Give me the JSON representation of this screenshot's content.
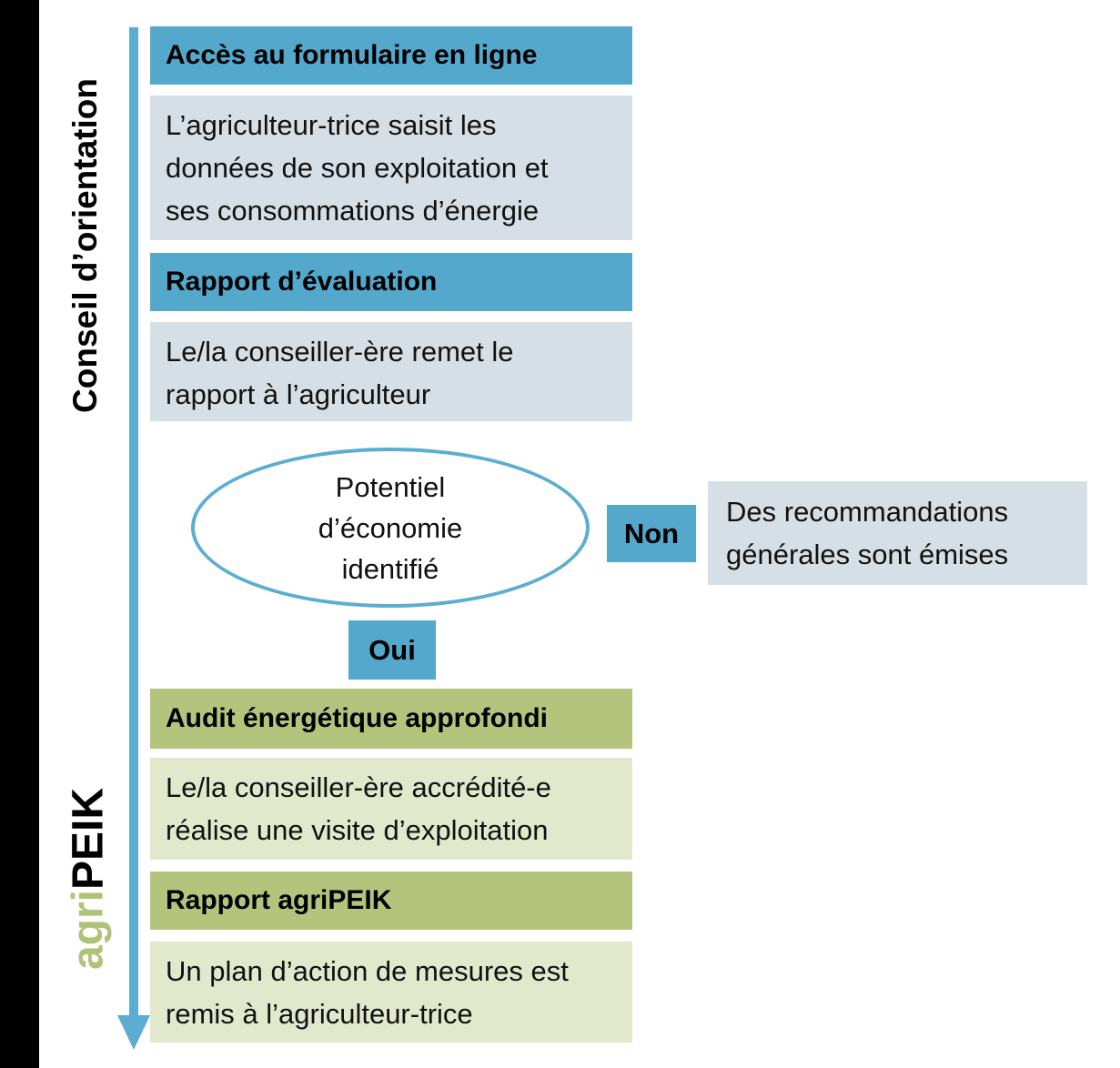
{
  "colors": {
    "blue": "#54a8cb",
    "light_blue_gray": "#d5dfe5",
    "green": "#b4c47d",
    "light_green": "#e2e8cc",
    "arrow_blue": "#5badd2",
    "agri_green": "#aec378"
  },
  "phases": {
    "orientation": "Conseil d’orientation",
    "agripeik_agri": "agri",
    "agripeik_peik": "PEIK"
  },
  "steps": {
    "step1": {
      "header": "Accès au formulaire en ligne",
      "body_lines": [
        "L’agriculteur-trice saisit les",
        "données de son exploitation et",
        "ses consommations d’énergie"
      ]
    },
    "step2": {
      "header": "Rapport d’évaluation",
      "body_lines": [
        "Le/la conseiller-ère remet le",
        "rapport à l’agriculteur"
      ]
    },
    "step3": {
      "header": "Audit énergétique approfondi",
      "body_lines": [
        "Le/la conseiller-ère accrédité-e",
        "réalise une visite d’exploitation"
      ]
    },
    "step4": {
      "header": "Rapport agriPEIK",
      "body_lines": [
        "Un plan d’action de mesures est",
        "remis à l’agriculteur-trice"
      ]
    }
  },
  "decision": {
    "lines": [
      "Potentiel",
      "d’économie",
      "identifié"
    ],
    "no_label": "Non",
    "yes_label": "Oui",
    "no_result_lines": [
      "Des recommandations",
      "générales sont émises"
    ]
  }
}
